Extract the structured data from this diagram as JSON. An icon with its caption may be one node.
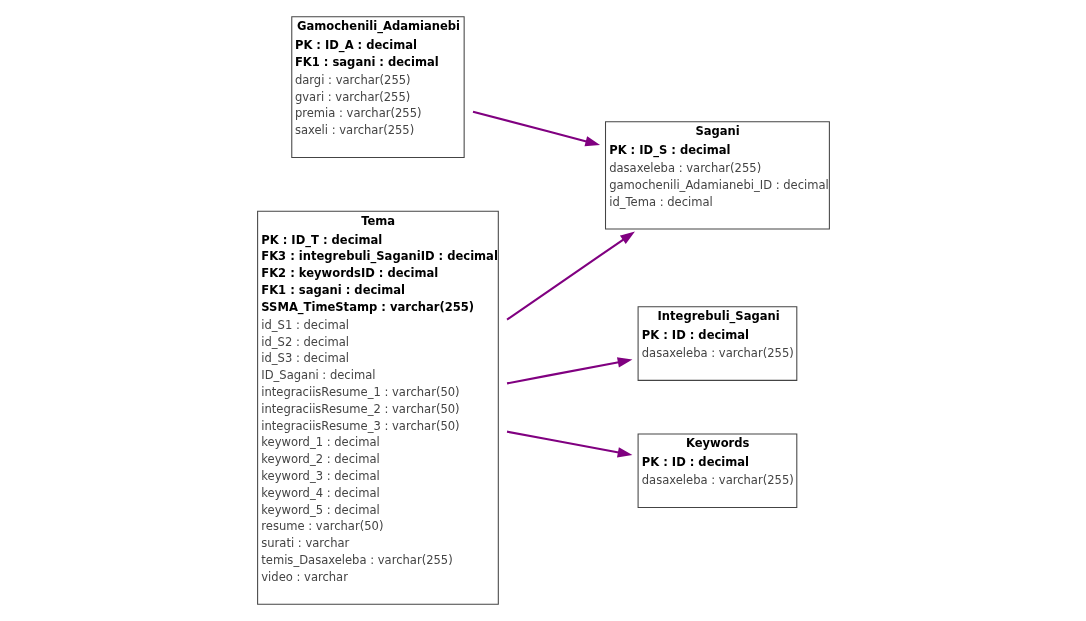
{
  "diagram": {
    "nodes": [
      {
        "text": [
          "Sagani",
          "PK : ID_S : decimal",
          "dasaxeleba : varchar(255)",
          "gamochenili_Adamianebi_ID : decimal",
          "id_Tema : decimal"
        ]
      },
      {
        "text": [
          "Tema",
          "PK : ID_T : decimal",
          "FK3 : integrebuli_SaganiID : decimal",
          "FK2 : keywordsID : decimal",
          "FK1 : sagani : decimal",
          "SSMA_TimeStamp : varchar(255)",
          "id_S1 : decimal",
          "id_S2 : decimal",
          "id_S3 : decimal",
          "ID_Sagani : decimal",
          "integraciisResume_1 : varchar(50)",
          "integraciisResume_2 : varchar(50)",
          "integraciisResume_3 : varchar(50)",
          "keyword_1 : decimal",
          "keyword_2 : decimal",
          "keyword_3 : decimal",
          "keyword_4 : decimal",
          "keyword_5 : decimal",
          "resume : varchar(50)",
          "surati : varchar",
          "temis_Dasaxeleba : varchar(255)",
          "video : varchar"
        ]
      },
      {
        "text": [
          "Integrebuli_Sagani",
          "PK : ID : decimal",
          "dasaxeleba : varchar(255)"
        ]
      },
      {
        "text": [
          "Keywords",
          "PK : ID : decimal",
          "dasaxeleba : varchar(255)"
        ]
      },
      {
        "text": [
          "Gamochenili_Adamianebi",
          "PK : ID_A : decimal",
          "FK1 : sagani : decimal",
          "dargi : varchar(255)",
          "gvari : varchar(255)",
          "premia : varchar(255)",
          "saxeli : varchar(255)"
        ]
      }
    ],
    "edges": [
      {
        "from": 1,
        "to": 0,
        "arrow": "to"
      },
      {
        "from": 1,
        "to": 2,
        "arrow": "to"
      },
      {
        "from": 1,
        "to": 3,
        "arrow": "to"
      },
      {
        "from": 4,
        "to": 0,
        "arrow": "to"
      }
    ]
  }
}
